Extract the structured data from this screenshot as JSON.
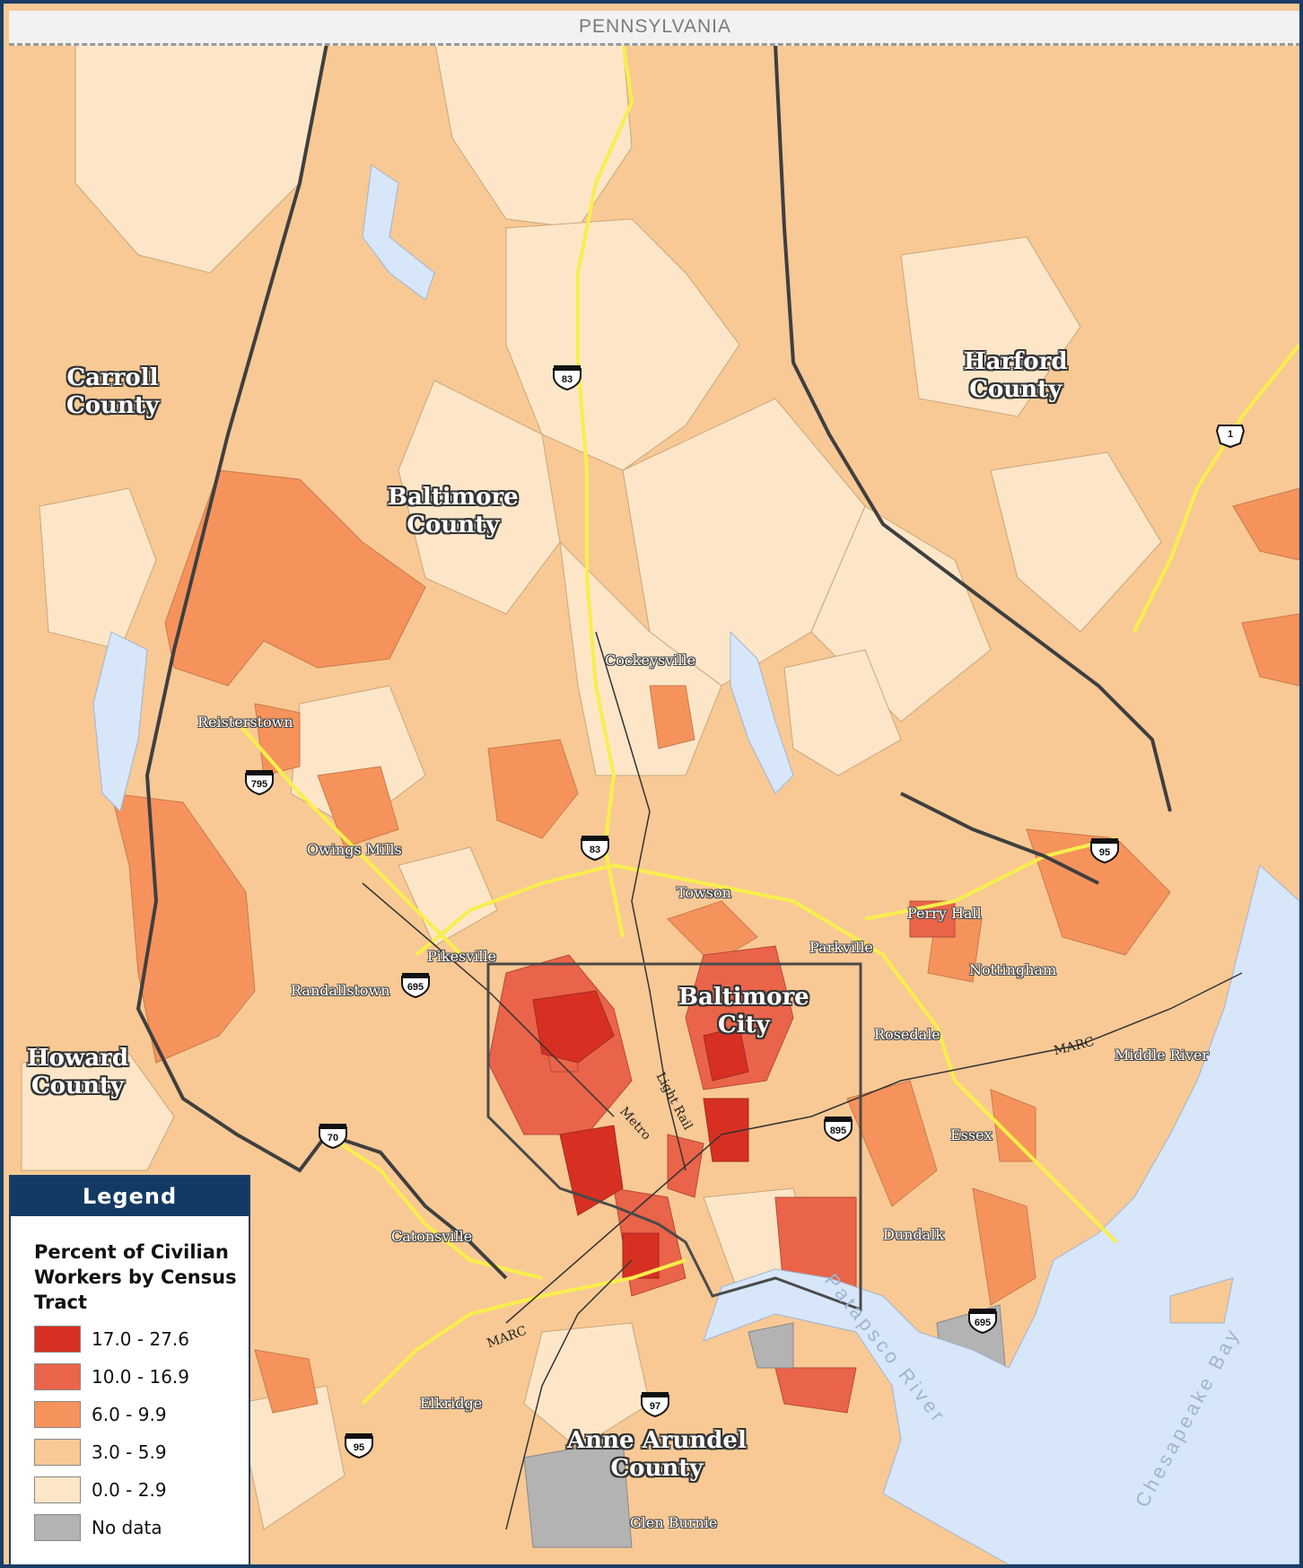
{
  "state_label": "PENNSYLVANIA",
  "colors": {
    "class_1": "#d73022",
    "class_2": "#ea6449",
    "class_3": "#f6935c",
    "class_4": "#f8c995",
    "class_5": "#fde6c8",
    "no_data": "#b3b3b3",
    "water": "#d8e6fa",
    "county_border": "#3f3f3f",
    "highway": "#f7ef4c"
  },
  "counties": [
    "Carroll County",
    "Baltimore County",
    "Harford County",
    "Baltimore City",
    "Howard County",
    "Anne Arundel County"
  ],
  "county_labels": [
    {
      "line1": "Carroll",
      "line2": "County"
    },
    {
      "line1": "Baltimore",
      "line2": "County"
    },
    {
      "line1": "Harford",
      "line2": "County"
    },
    {
      "line1": "Baltimore",
      "line2": "City"
    },
    {
      "line1": "Howard",
      "line2": "County"
    },
    {
      "line1": "Anne Arundel",
      "line2": "County"
    }
  ],
  "places": [
    "Cockeysville",
    "Reisterstown",
    "Owings Mills",
    "Towson",
    "Perry Hall",
    "Parkville",
    "Pikesville",
    "Randallstown",
    "Nottingham",
    "Rosedale",
    "Middle River",
    "Essex",
    "Catonsville",
    "Dundalk",
    "Elkridge",
    "Glen Burnie"
  ],
  "rail_labels": [
    "MARC",
    "MARC",
    "Light Rail",
    "Metro"
  ],
  "water_labels": [
    "Patapsco River",
    "Chesapeake Bay"
  ],
  "highway_shields": [
    "83",
    "83",
    "795",
    "695",
    "70",
    "895",
    "95",
    "95",
    "97",
    "695",
    "1"
  ],
  "legend": {
    "header": "Legend",
    "title": "Percent of Civilian Workers by Census Tract",
    "classes": [
      {
        "label": "17.0 - 27.6",
        "color": "#d73022"
      },
      {
        "label": "10.0 - 16.9",
        "color": "#ea6449"
      },
      {
        "label": "6.0 - 9.9",
        "color": "#f6935c"
      },
      {
        "label": "3.0 - 5.9",
        "color": "#f8c995"
      },
      {
        "label": "0.0 - 2.9",
        "color": "#fde6c8"
      },
      {
        "label": "No data",
        "color": "#b3b3b3"
      }
    ]
  }
}
